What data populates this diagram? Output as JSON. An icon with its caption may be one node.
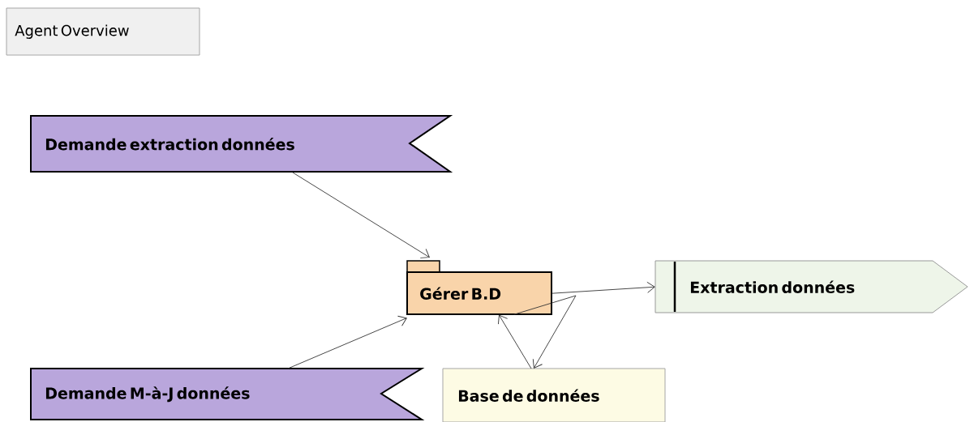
{
  "diagram": {
    "nodes": [
      {
        "text": [
          "Agent Overview"
        ]
      },
      {
        "text": [
          "Demande extraction données"
        ]
      },
      {
        "text": [
          "Demande M-à-J données"
        ]
      },
      {
        "text": [
          "Gérer B.D"
        ]
      },
      {
        "text": [
          "Extraction données"
        ]
      },
      {
        "text": [
          "Base de données"
        ]
      }
    ],
    "edges": [
      {
        "from": 1,
        "to": 3,
        "arrow": "to"
      },
      {
        "from": 2,
        "to": 3,
        "arrow": "to"
      },
      {
        "from": 3,
        "to": 4,
        "arrow": "to"
      },
      {
        "from": 3,
        "to": 5,
        "arrow": "to"
      },
      {
        "from": 5,
        "to": 3,
        "arrow": "to"
      }
    ]
  }
}
